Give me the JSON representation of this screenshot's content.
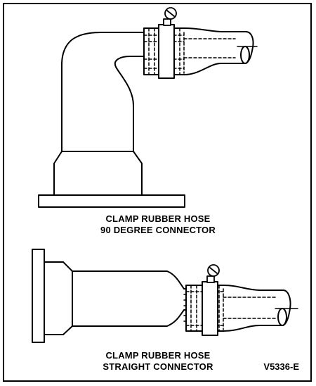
{
  "diagrams": {
    "top": {
      "caption_line1": "CLAMP RUBBER HOSE",
      "caption_line2": "90 DEGREE CONNECTOR"
    },
    "bottom": {
      "caption_line1": "CLAMP RUBBER HOSE",
      "caption_line2": "STRAIGHT CONNECTOR"
    }
  },
  "reference_code": "V5336-E",
  "line_color": "#000000"
}
